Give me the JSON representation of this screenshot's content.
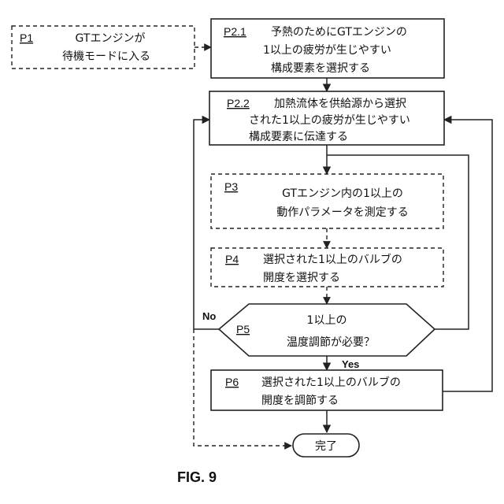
{
  "steps": {
    "p1": {
      "id": "P1",
      "lines": [
        "GTエンジンが",
        "待機モードに入る"
      ]
    },
    "p2_1": {
      "id": "P2.1",
      "lines": [
        "予熱のためにGTエンジンの",
        "1以上の疲労が生じやすい",
        "構成要素を選択する"
      ]
    },
    "p2_2": {
      "id": "P2.2",
      "lines": [
        "加熱流体を供給源から選択",
        "された1以上の疲労が生じやすい",
        "構成要素に伝達する"
      ]
    },
    "p3": {
      "id": "P3",
      "lines": [
        "GTエンジン内の1以上の",
        "動作パラメータを測定する"
      ]
    },
    "p4": {
      "id": "P4",
      "lines": [
        "選択された1以上のバルブの",
        "開度を選択する"
      ]
    },
    "p5": {
      "id": "P5",
      "lines": [
        "1以上の",
        "温度調節が必要？"
      ]
    },
    "p6": {
      "id": "P6",
      "lines": [
        "選択された1以上のバルブの",
        "開度を調節する"
      ]
    },
    "end": {
      "label": "完了"
    }
  },
  "edges": {
    "no": "No",
    "yes": "Yes"
  },
  "figure_label": "FIG. 9"
}
